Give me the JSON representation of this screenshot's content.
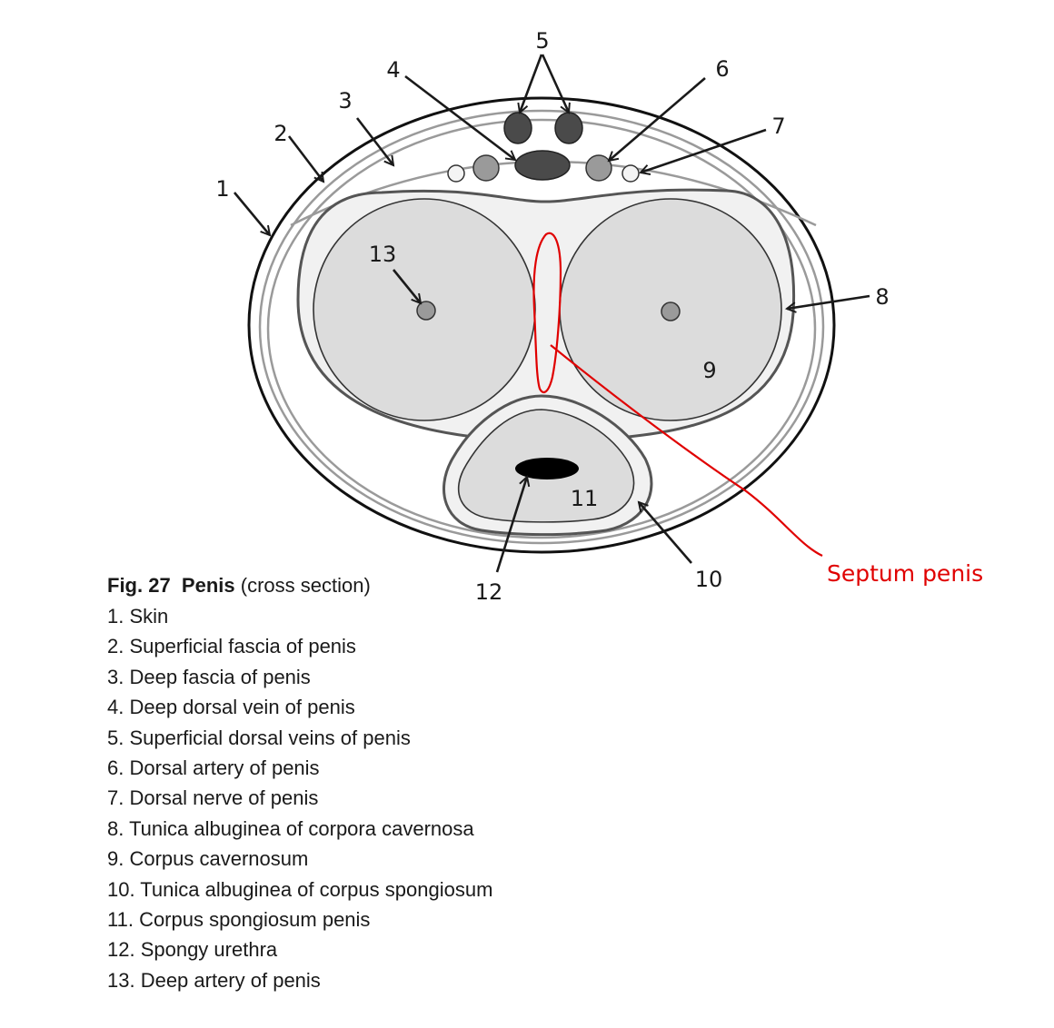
{
  "figure": {
    "fig_number": "Fig. 27",
    "subject": "Penis",
    "qualifier": "(cross section)"
  },
  "callout_numbers": [
    "1",
    "2",
    "3",
    "4",
    "5",
    "6",
    "7",
    "8",
    "9",
    "10",
    "11",
    "12",
    "13"
  ],
  "annotation": {
    "label": "Septum penis",
    "color": "#e00000"
  },
  "legend": [
    "1. Skin",
    "2. Superficial fascia of penis",
    "3. Deep fascia of penis",
    "4. Deep dorsal vein of penis",
    "5. Superficial dorsal veins of penis",
    "6. Dorsal artery of penis",
    "7. Dorsal nerve of penis",
    "8. Tunica albuginea of corpora cavernosa",
    "9. Corpus cavernosum",
    "10. Tunica albuginea of corpus spongiosum",
    "11. Corpus spongiosum penis",
    "12. Spongy urethra",
    "13. Deep artery of penis"
  ]
}
